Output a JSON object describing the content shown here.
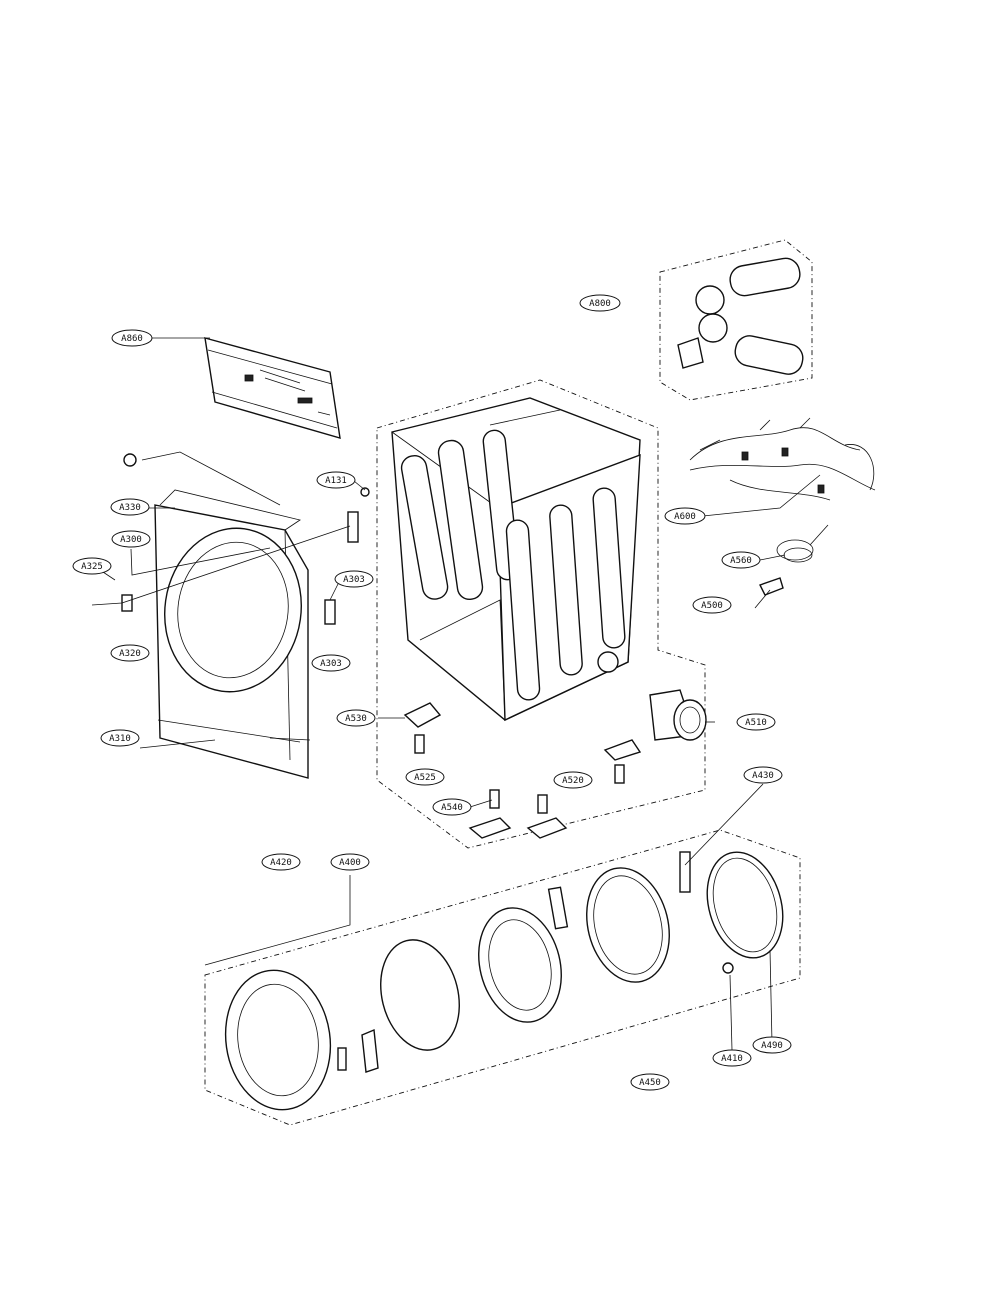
{
  "labels": [
    "A860",
    "A800",
    "A131",
    "A600",
    "A330",
    "A300",
    "A325",
    "A303",
    "A560",
    "A320",
    "A500",
    "A303",
    "A530",
    "A510",
    "A310",
    "A525",
    "A520",
    "A540",
    "A430",
    "A420",
    "A400",
    "A410",
    "A490",
    "A450"
  ]
}
